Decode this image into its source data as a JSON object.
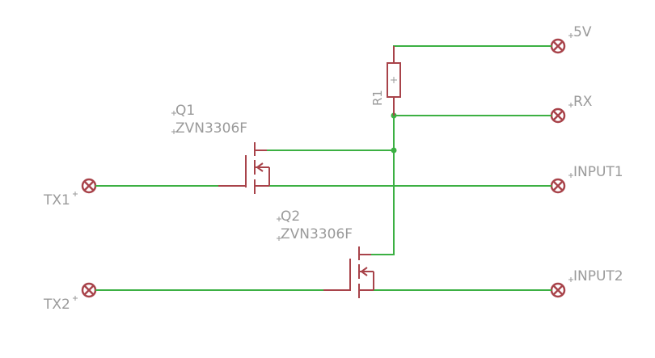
{
  "colors": {
    "wire": "#3cb043",
    "part": "#a8434a",
    "junction": "#3cb043",
    "label": "#9a9a9a",
    "background": "#ffffff"
  },
  "labels": {
    "v5": "5V",
    "rx": "RX",
    "input1": "INPUT1",
    "input2": "INPUT2",
    "tx1": "TX1",
    "tx2": "TX2",
    "r1": "R1",
    "q1_name": "Q1",
    "q1_part": "ZVN3306F",
    "q2_name": "Q2",
    "q2_part": "ZVN3306F"
  },
  "connector_icon": "circle-x-pad-icon"
}
